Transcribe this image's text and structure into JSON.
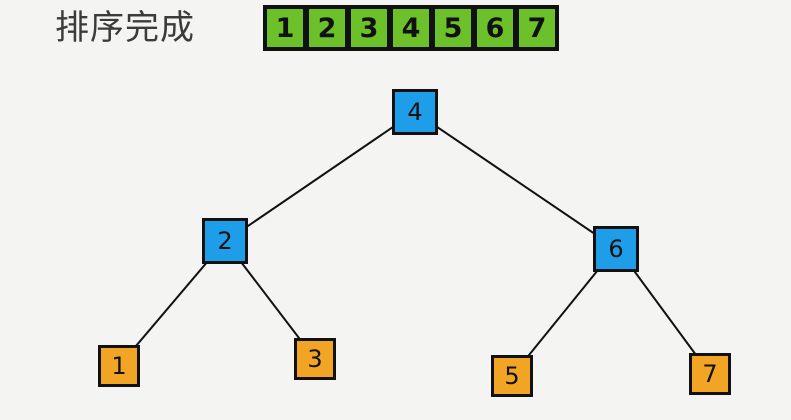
{
  "title": "排序完成",
  "sorted_array": [
    "1",
    "2",
    "3",
    "4",
    "5",
    "6",
    "7"
  ],
  "tree": {
    "root": "4",
    "level1": [
      "2",
      "6"
    ],
    "leaves": [
      "1",
      "3",
      "5",
      "7"
    ]
  },
  "colors": {
    "array_cell": "#6cc02a",
    "inner_node": "#1e9ee8",
    "leaf_node": "#f2a524",
    "outline": "#111111"
  }
}
